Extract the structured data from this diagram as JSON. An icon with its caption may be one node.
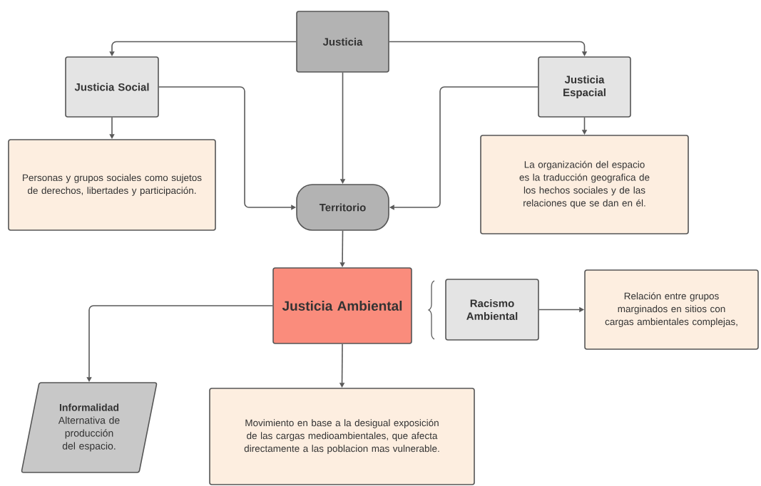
{
  "diagram": {
    "nodes": [
      {
        "text": [
          "Justicia"
        ]
      },
      {
        "text": [
          "Justicia Social"
        ]
      },
      {
        "text": [
          "Justicia Espacial"
        ]
      },
      {
        "text": [
          "Personas y grupos sociales como sujetos de derechos, libertades y participación."
        ]
      },
      {
        "text": [
          "La organización del espacio es la traducción geografica de los hechos sociales y de las relaciones que se dan en él."
        ]
      },
      {
        "text": [
          "Territorio"
        ]
      },
      {
        "text": [
          "Justicia Ambiental"
        ]
      },
      {
        "text": [
          "Racismo Ambiental"
        ]
      },
      {
        "text": [
          "Relación entre grupos marginados en sitios con cargas ambientales complejas,"
        ]
      },
      {
        "text": [
          "Informalidad",
          "Alternativa de producción del espacio."
        ]
      },
      {
        "text": [
          "Movimiento en base a la desigual exposición de las cargas medioambientales, que afecta directamente a las poblacion mas vulnerable."
        ]
      }
    ],
    "edges": [
      {
        "from": 0,
        "to": 1,
        "arrow": "to"
      },
      {
        "from": 0,
        "to": 2,
        "arrow": "to"
      },
      {
        "from": 1,
        "to": 3,
        "arrow": "to"
      },
      {
        "from": 2,
        "to": 4,
        "arrow": "to"
      },
      {
        "from": 1,
        "to": 5,
        "arrow": "to"
      },
      {
        "from": 0,
        "to": 5,
        "arrow": "to"
      },
      {
        "from": 2,
        "to": 5,
        "arrow": "to"
      },
      {
        "from": 5,
        "to": 6,
        "arrow": "to"
      },
      {
        "from": 6,
        "to": 9,
        "arrow": "to"
      },
      {
        "from": 6,
        "to": 10,
        "arrow": "to"
      },
      {
        "from": 7,
        "to": 8,
        "arrow": "to"
      }
    ]
  }
}
